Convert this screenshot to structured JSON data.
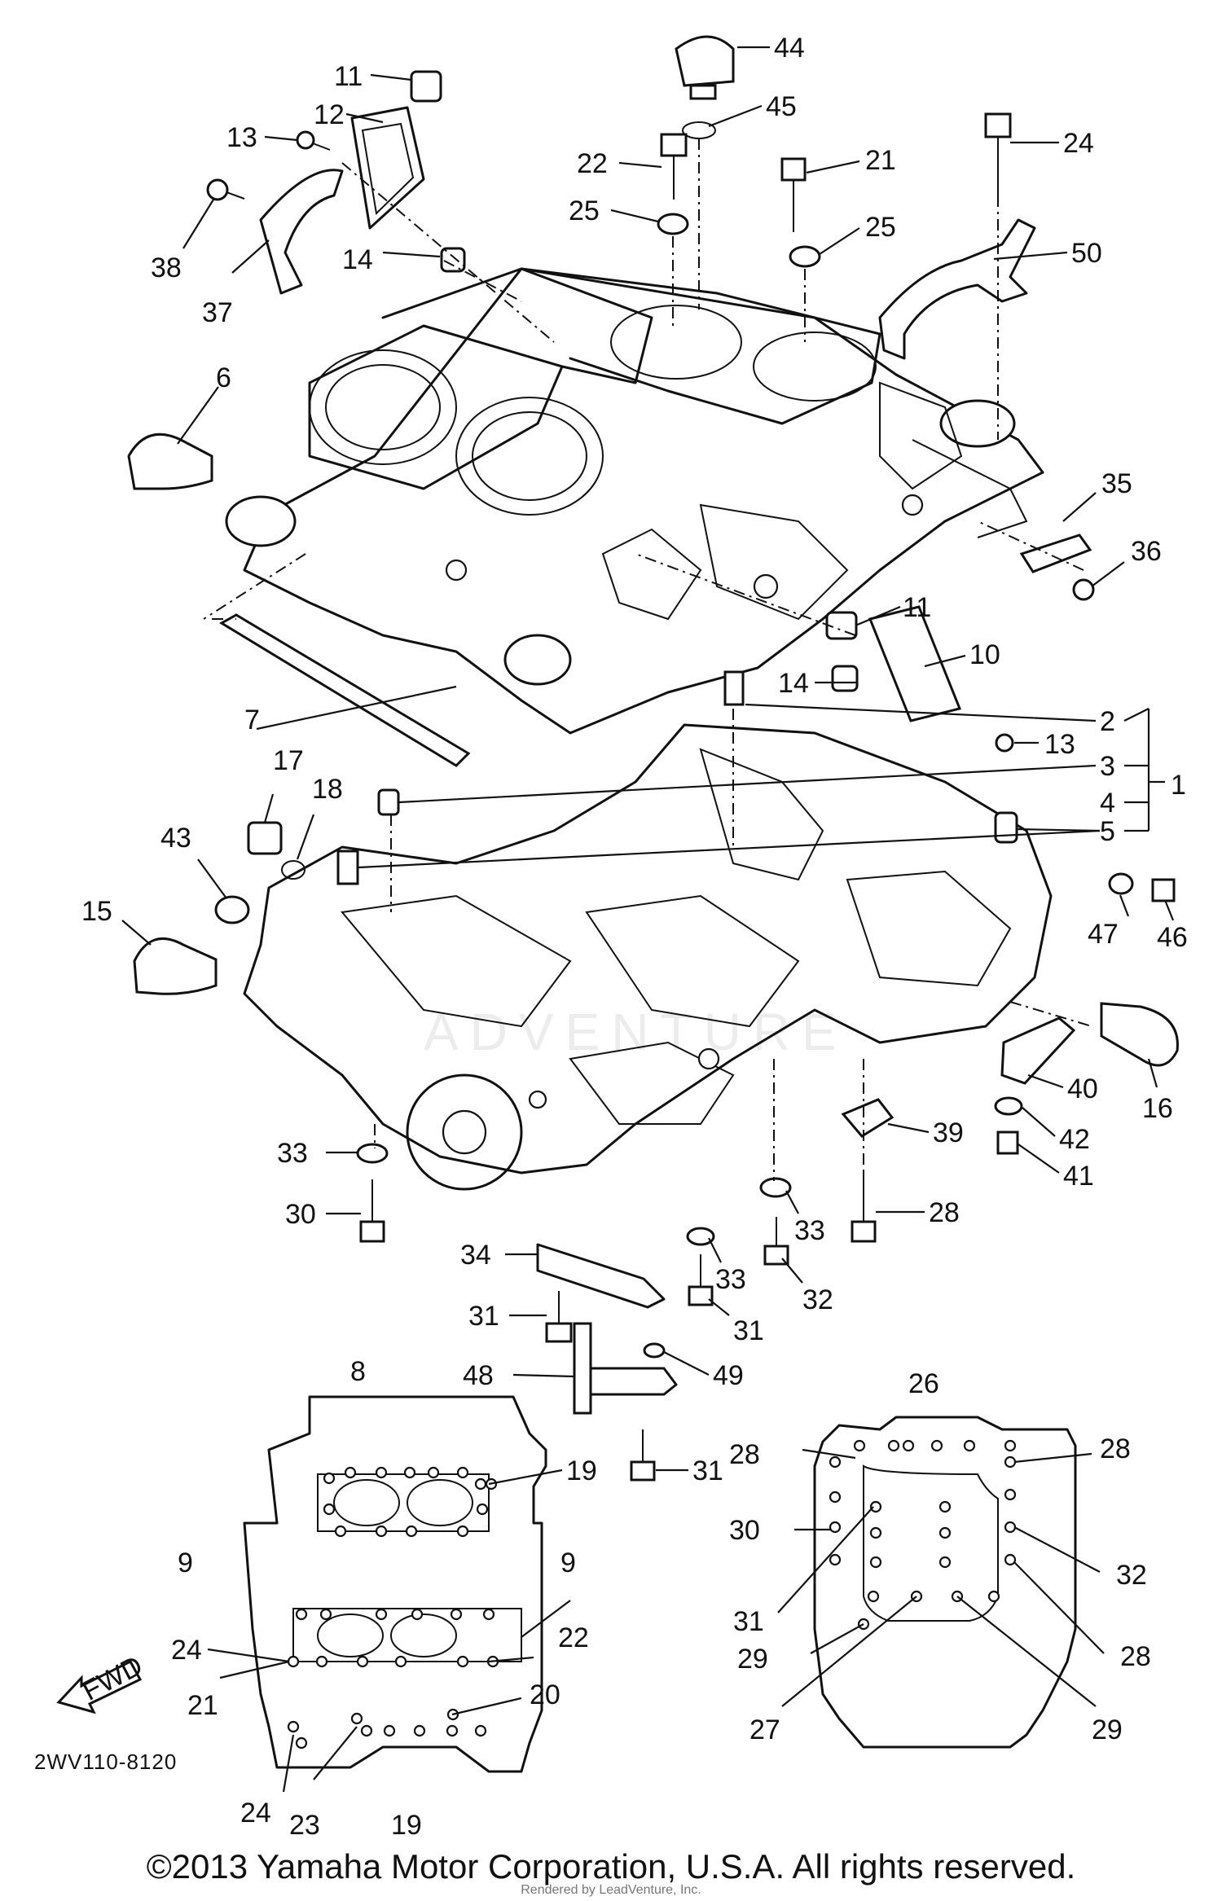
{
  "diagram": {
    "callouts": [
      {
        "id": "c11a",
        "label": "11"
      },
      {
        "id": "c12",
        "label": "12"
      },
      {
        "id": "c13a",
        "label": "13"
      },
      {
        "id": "c38",
        "label": "38"
      },
      {
        "id": "c37",
        "label": "37"
      },
      {
        "id": "c14a",
        "label": "14"
      },
      {
        "id": "c6",
        "label": "6"
      },
      {
        "id": "c44",
        "label": "44"
      },
      {
        "id": "c45",
        "label": "45"
      },
      {
        "id": "c22a",
        "label": "22"
      },
      {
        "id": "c25a",
        "label": "25"
      },
      {
        "id": "c21a",
        "label": "21"
      },
      {
        "id": "c25b",
        "label": "25"
      },
      {
        "id": "c24a",
        "label": "24"
      },
      {
        "id": "c50",
        "label": "50"
      },
      {
        "id": "c35",
        "label": "35"
      },
      {
        "id": "c36",
        "label": "36"
      },
      {
        "id": "c11b",
        "label": "11"
      },
      {
        "id": "c10",
        "label": "10"
      },
      {
        "id": "c14b",
        "label": "14"
      },
      {
        "id": "c2",
        "label": "2"
      },
      {
        "id": "c13b",
        "label": "13"
      },
      {
        "id": "c3",
        "label": "3"
      },
      {
        "id": "c4",
        "label": "4"
      },
      {
        "id": "c1",
        "label": "1"
      },
      {
        "id": "c5",
        "label": "5"
      },
      {
        "id": "c7",
        "label": "7"
      },
      {
        "id": "c17",
        "label": "17"
      },
      {
        "id": "c18",
        "label": "18"
      },
      {
        "id": "c43",
        "label": "43"
      },
      {
        "id": "c15",
        "label": "15"
      },
      {
        "id": "c47",
        "label": "47"
      },
      {
        "id": "c46",
        "label": "46"
      },
      {
        "id": "c16",
        "label": "16"
      },
      {
        "id": "c40",
        "label": "40"
      },
      {
        "id": "c42",
        "label": "42"
      },
      {
        "id": "c41",
        "label": "41"
      },
      {
        "id": "c39",
        "label": "39"
      },
      {
        "id": "c28a",
        "label": "28"
      },
      {
        "id": "c33a",
        "label": "33"
      },
      {
        "id": "c30a",
        "label": "30"
      },
      {
        "id": "c33b",
        "label": "33"
      },
      {
        "id": "c32a",
        "label": "32"
      },
      {
        "id": "c34",
        "label": "34"
      },
      {
        "id": "c33c",
        "label": "33"
      },
      {
        "id": "c31a",
        "label": "31"
      },
      {
        "id": "c31b",
        "label": "31"
      },
      {
        "id": "c48",
        "label": "48"
      },
      {
        "id": "c49",
        "label": "49"
      },
      {
        "id": "c31c",
        "label": "31"
      },
      {
        "id": "c8",
        "label": "8"
      },
      {
        "id": "c19a",
        "label": "19"
      },
      {
        "id": "c9a",
        "label": "9"
      },
      {
        "id": "c9b",
        "label": "9"
      },
      {
        "id": "c24b",
        "label": "24"
      },
      {
        "id": "c22b",
        "label": "22"
      },
      {
        "id": "c21b",
        "label": "21"
      },
      {
        "id": "c20",
        "label": "20"
      },
      {
        "id": "c24c",
        "label": "24"
      },
      {
        "id": "c23",
        "label": "23"
      },
      {
        "id": "c19b",
        "label": "19"
      },
      {
        "id": "c26",
        "label": "26"
      },
      {
        "id": "c28b",
        "label": "28"
      },
      {
        "id": "c28c",
        "label": "28"
      },
      {
        "id": "c30b",
        "label": "30"
      },
      {
        "id": "c32b",
        "label": "32"
      },
      {
        "id": "c31d",
        "label": "31"
      },
      {
        "id": "c29a",
        "label": "29"
      },
      {
        "id": "c28d",
        "label": "28"
      },
      {
        "id": "c27",
        "label": "27"
      },
      {
        "id": "c29b",
        "label": "29"
      }
    ],
    "front_arrow_label": "FWD",
    "diagram_code": "2WV110-8120",
    "watermark": "ADVENTURE",
    "copyright": "©2013 Yamaha Motor Corporation, U.S.A. All rights reserved.",
    "rendered_by": "Rendered by LeadVenture, Inc."
  }
}
